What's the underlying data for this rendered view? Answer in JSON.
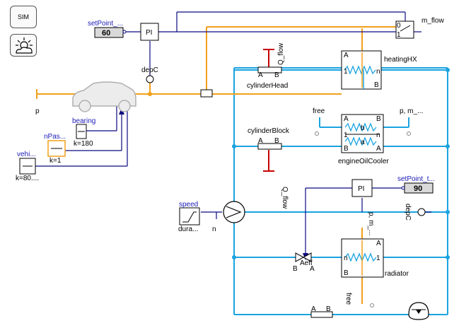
{
  "sidebar": {
    "sim_label": "SIM",
    "weather_icon": "sun-cloud-icon"
  },
  "labels": {
    "setpoint_top": "setPoint_...",
    "setpoint_top_value": "60",
    "pi_top": "PI",
    "pi_bottom": "PI",
    "m_flow": "m_flow",
    "switch_0": "0",
    "switch_1": "1",
    "dep_c_top": "depC",
    "heating_hx": "heatingHX",
    "hx_a": "A",
    "hx_b": "B",
    "hx_1": "1",
    "hx_n": "n",
    "cylinder_head": "cylinderHead",
    "q_flow_top": "Q_flow",
    "ch_a": "A",
    "ch_b": "B",
    "p_left": "p",
    "bearing": "bearing",
    "bearing_k": "k=180",
    "npas": "nPas...",
    "npas_k": "k=1",
    "vehi": "vehi...",
    "vehi_k": "k=80....",
    "free_top": "free",
    "p_m_top": "p, m_...",
    "cylinder_block": "cylinderBlock",
    "cb_a": "A",
    "cb_b": "B",
    "q_flow_bottom": "Q_flow",
    "eoc_a_left": "A",
    "eoc_b_right": "B",
    "eoc_b_left": "B",
    "eoc_a_right": "A",
    "eoc_b_mid": "b",
    "eoc_a_mid": "a",
    "eoc_1": "1",
    "eoc_n": "n",
    "engine_oil_cooler": "engineOilCooler",
    "setpoint_bottom": "setPoint_t...",
    "setpoint_bottom_value": "90",
    "dep_c_bottom": "depC",
    "p_m_bottom": "p, m_...",
    "speed": "speed",
    "dura": "dura...",
    "n_pump": "n",
    "aeff": "Aeff",
    "valve_b": "B",
    "valve_a": "A",
    "radiator": "radiator",
    "rad_a": "A",
    "rad_b": "B",
    "rad_n": "n",
    "rad_1": "1",
    "free_bottom": "free",
    "pipe_a": "A",
    "pipe_b": "B"
  },
  "colors": {
    "water": "#1aa3e0",
    "oil": "#f2a01a",
    "signal": "#0a0a80",
    "heat": "#c80000"
  }
}
